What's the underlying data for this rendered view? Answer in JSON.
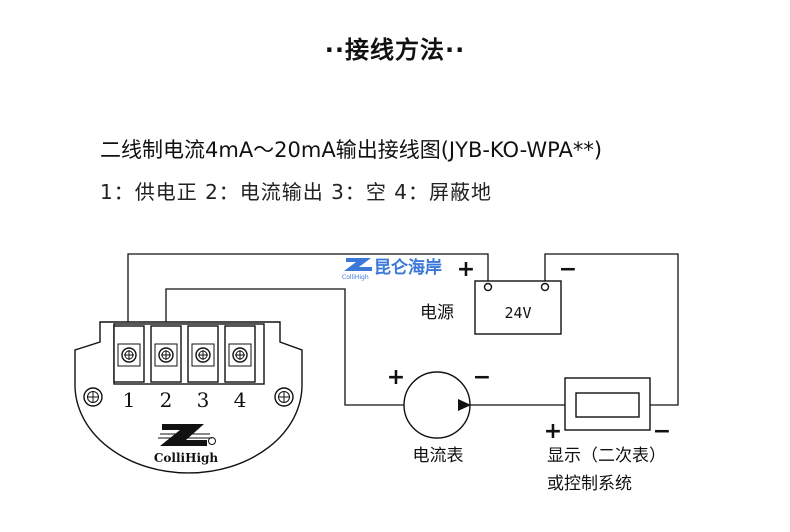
{
  "page": {
    "title": "··接线方法··",
    "subtitle": "二线制电流4mA～20mA输出接线图(JYB-KO-WPA**)",
    "pins": "1：供电正 2：电流输出 3：空 4：屏蔽地"
  },
  "diagram": {
    "terminals": [
      "1",
      "2",
      "3",
      "4"
    ],
    "power": {
      "label": "电源",
      "voltage": "24V",
      "plus": "+",
      "minus": "−"
    },
    "ammeter": {
      "label": "电流表",
      "plus": "+",
      "minus": "−"
    },
    "display": {
      "label_line1": "显示（二次表）",
      "label_line2": "或控制系统",
      "plus": "+",
      "minus": "−"
    },
    "logo": "ColliHigh",
    "watermark": {
      "text": "昆仑海岸",
      "sub": "ColliHigh"
    }
  },
  "colors": {
    "line": "#111111",
    "watermark": "#3b78d8",
    "background": "#ffffff"
  }
}
